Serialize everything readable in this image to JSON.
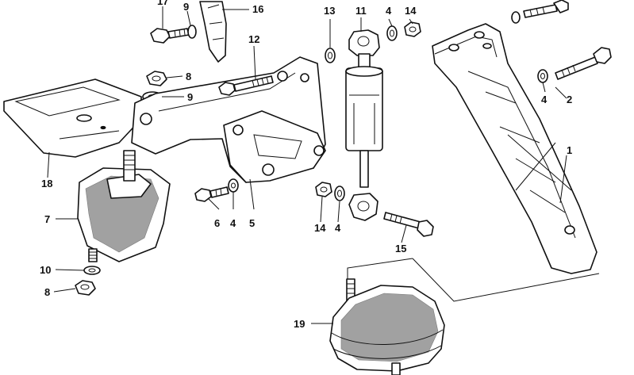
{
  "diagram": {
    "callouts": [
      "1",
      "2",
      "4",
      "4",
      "4",
      "4",
      "5",
      "6",
      "7",
      "8",
      "8",
      "9",
      "9",
      "10",
      "11",
      "12",
      "13",
      "14",
      "14",
      "15",
      "16",
      "17",
      "18",
      "19"
    ],
    "colors": {
      "ink": "#111111",
      "paper": "#ffffff"
    }
  }
}
